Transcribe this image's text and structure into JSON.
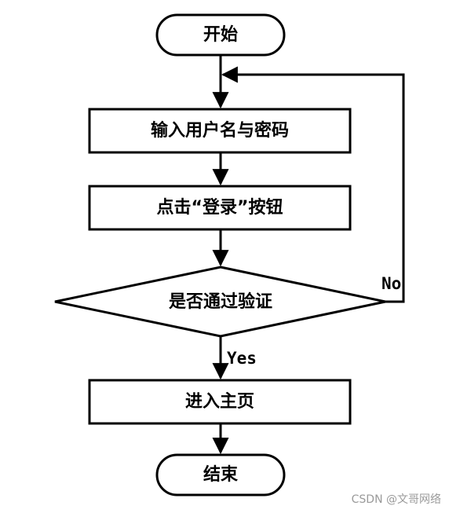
{
  "diagram": {
    "start": "开始",
    "input_credentials": "输入用户名与密码",
    "click_login": "点击“登录”按钮",
    "decision": "是否通过验证",
    "enter_home": "进入主页",
    "end": "结束",
    "yes_label": "Yes",
    "no_label": "No"
  },
  "watermark": "CSDN @文哥网络",
  "colors": {
    "stroke": "#000000",
    "background": "#ffffff",
    "watermark": "#9a9a9a"
  }
}
